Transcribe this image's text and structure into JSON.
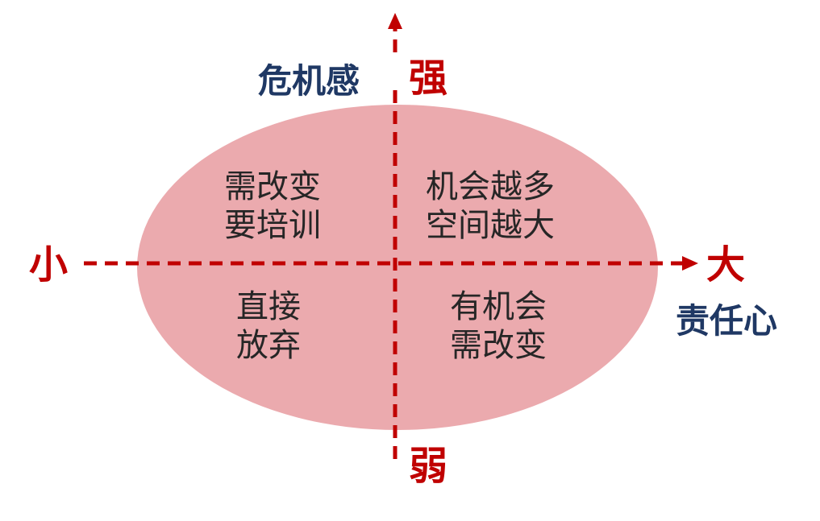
{
  "axes": {
    "vertical": {
      "name": "危机感",
      "top_label": "强",
      "bottom_label": "弱"
    },
    "horizontal": {
      "name": "责任心",
      "left_label": "小",
      "right_label": "大"
    }
  },
  "quadrants": {
    "top_left": [
      "需改变",
      "要培训"
    ],
    "top_right": [
      "机会越多",
      "空间越大"
    ],
    "bottom_left": [
      "直接",
      "放弃"
    ],
    "bottom_right": [
      "有机会",
      "需改变"
    ]
  },
  "colors": {
    "ellipse_fill": "#ebaaae",
    "axis_line": "#c00000",
    "axis_label": "#c00000",
    "dimension_label": "#1f3864",
    "quadrant_text": "#262626"
  }
}
